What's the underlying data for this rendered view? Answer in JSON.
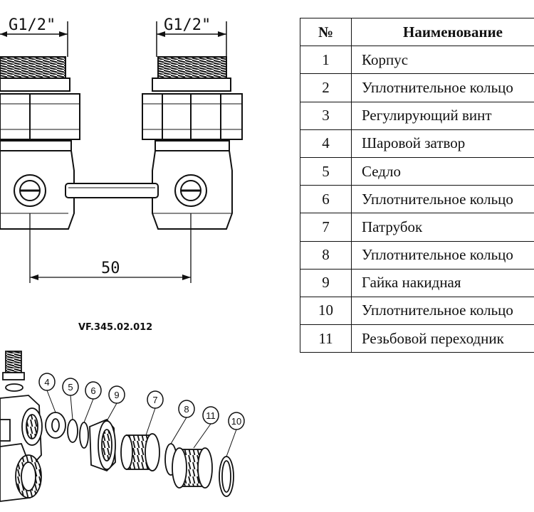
{
  "drawing": {
    "thread_left": "G1/2\"",
    "thread_right": "G1/2\"",
    "spacing": "50",
    "model_code": "VF.345.02.012"
  },
  "callouts": [
    "4",
    "5",
    "6",
    "9",
    "7",
    "8",
    "11",
    "10"
  ],
  "table": {
    "headers": {
      "number": "№",
      "name": "Наименование"
    },
    "rows": [
      {
        "number": "1",
        "name": "Корпус"
      },
      {
        "number": "2",
        "name": "Уплотнительное кольцо"
      },
      {
        "number": "3",
        "name": "Регулирующий винт"
      },
      {
        "number": "4",
        "name": "Шаровой затвор"
      },
      {
        "number": "5",
        "name": "Седло"
      },
      {
        "number": "6",
        "name": "Уплотнительное кольцо"
      },
      {
        "number": "7",
        "name": "Патрубок"
      },
      {
        "number": "8",
        "name": "Уплотнительное кольцо"
      },
      {
        "number": "9",
        "name": "Гайка накидная"
      },
      {
        "number": "10",
        "name": "Уплотнительное кольцо"
      },
      {
        "number": "11",
        "name": "Резьбовой переходник"
      }
    ]
  }
}
